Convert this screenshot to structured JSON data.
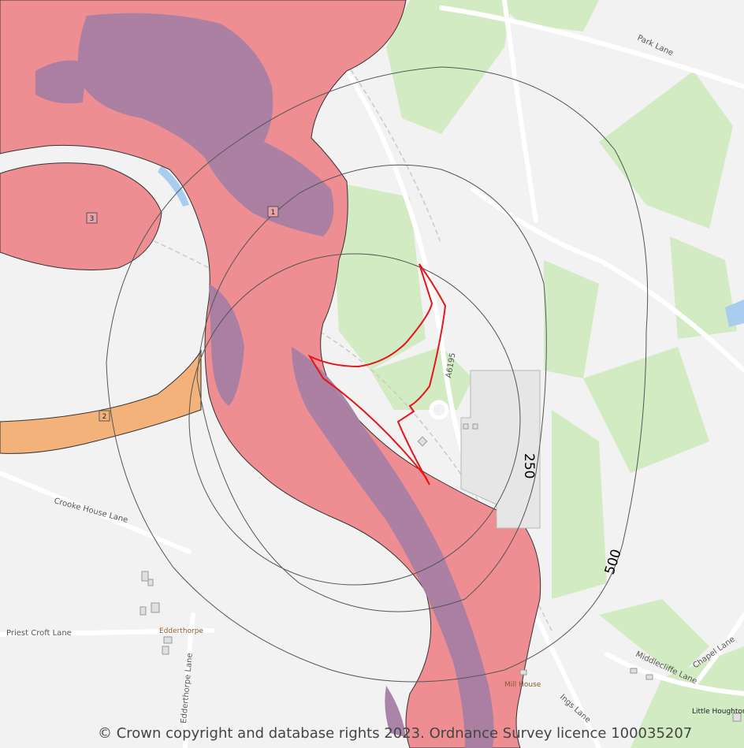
{
  "colors": {
    "background": "#f2f2f2",
    "green_area": "#d2ebc3",
    "flood_zone": "#ee8e92",
    "flood_zone_dark": "#a77fa3",
    "orange_zone": "#f2b27a",
    "site_boundary": "#e3161b",
    "buffer_line": "#555555"
  },
  "roads": {
    "park_lane": "Park Lane",
    "crooke_house_lane": "Crooke House Lane",
    "priest_croft_lane": "Priest Croft Lane",
    "edderthorpe_lane": "Edderthorpe Lane",
    "a6195": "A6195",
    "middlecliffe_lane": "Middlecliffe Lane",
    "chapel_lane": "Chapel Lane",
    "ings_lane": "Ings Lane"
  },
  "places": {
    "edderthorpe": "Edderthorpe",
    "mill_house": "Mill House",
    "little_houghton": "Little Houghton"
  },
  "buffers": {
    "b250": "250",
    "b500": "500"
  },
  "zones": {
    "z1": "1",
    "z2": "2",
    "z3": "3"
  },
  "copyright": "© Crown copyright and database rights 2023. Ordnance Survey licence 100035207"
}
